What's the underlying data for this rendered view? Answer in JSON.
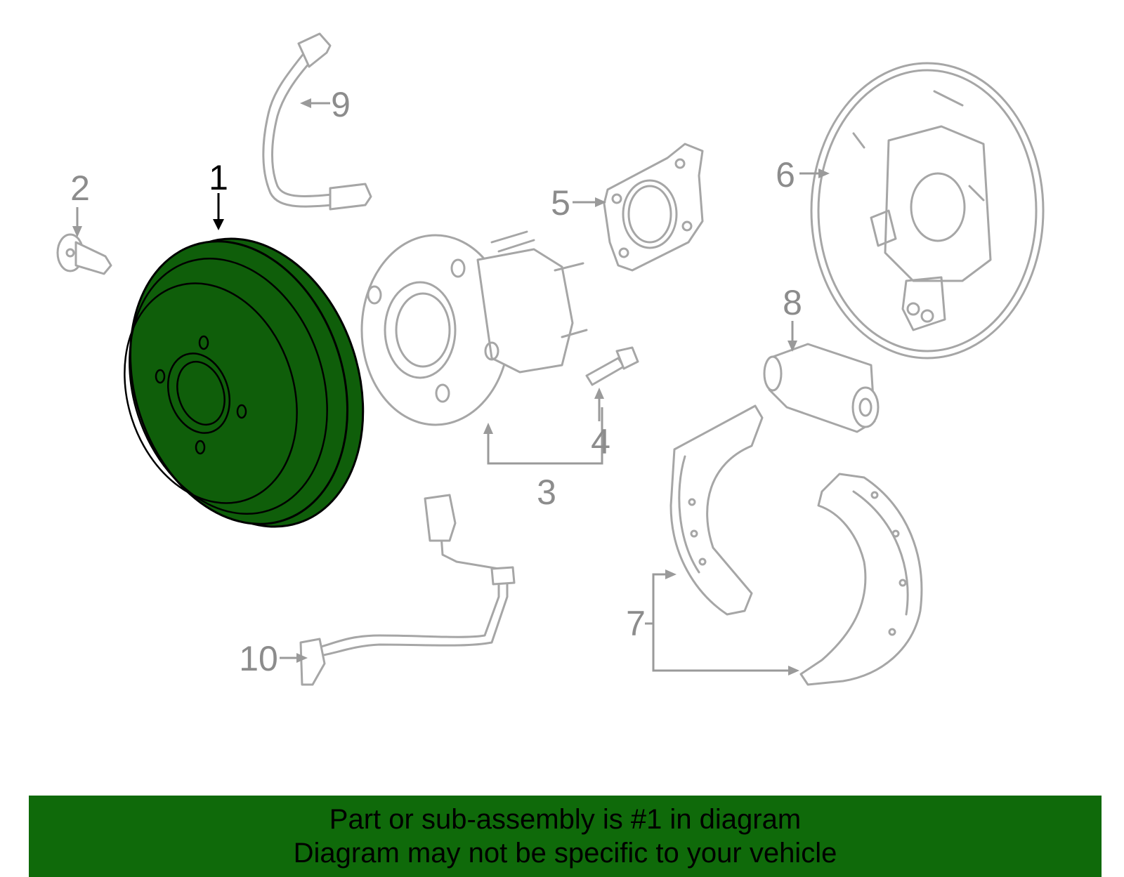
{
  "callouts": {
    "c1": "1",
    "c2": "2",
    "c3": "3",
    "c4": "4",
    "c5": "5",
    "c6": "6",
    "c7": "7",
    "c8": "8",
    "c9": "9",
    "c10": "10"
  },
  "highlighted_part": "1",
  "colors": {
    "highlight_fill": "#0f5e0a",
    "banner_bg": "#0f6a0a",
    "part_outline": "#a6a6a6"
  },
  "banner": {
    "line1": "Part or sub-assembly is #1 in diagram",
    "line2": "Diagram may not be specific to your vehicle"
  }
}
